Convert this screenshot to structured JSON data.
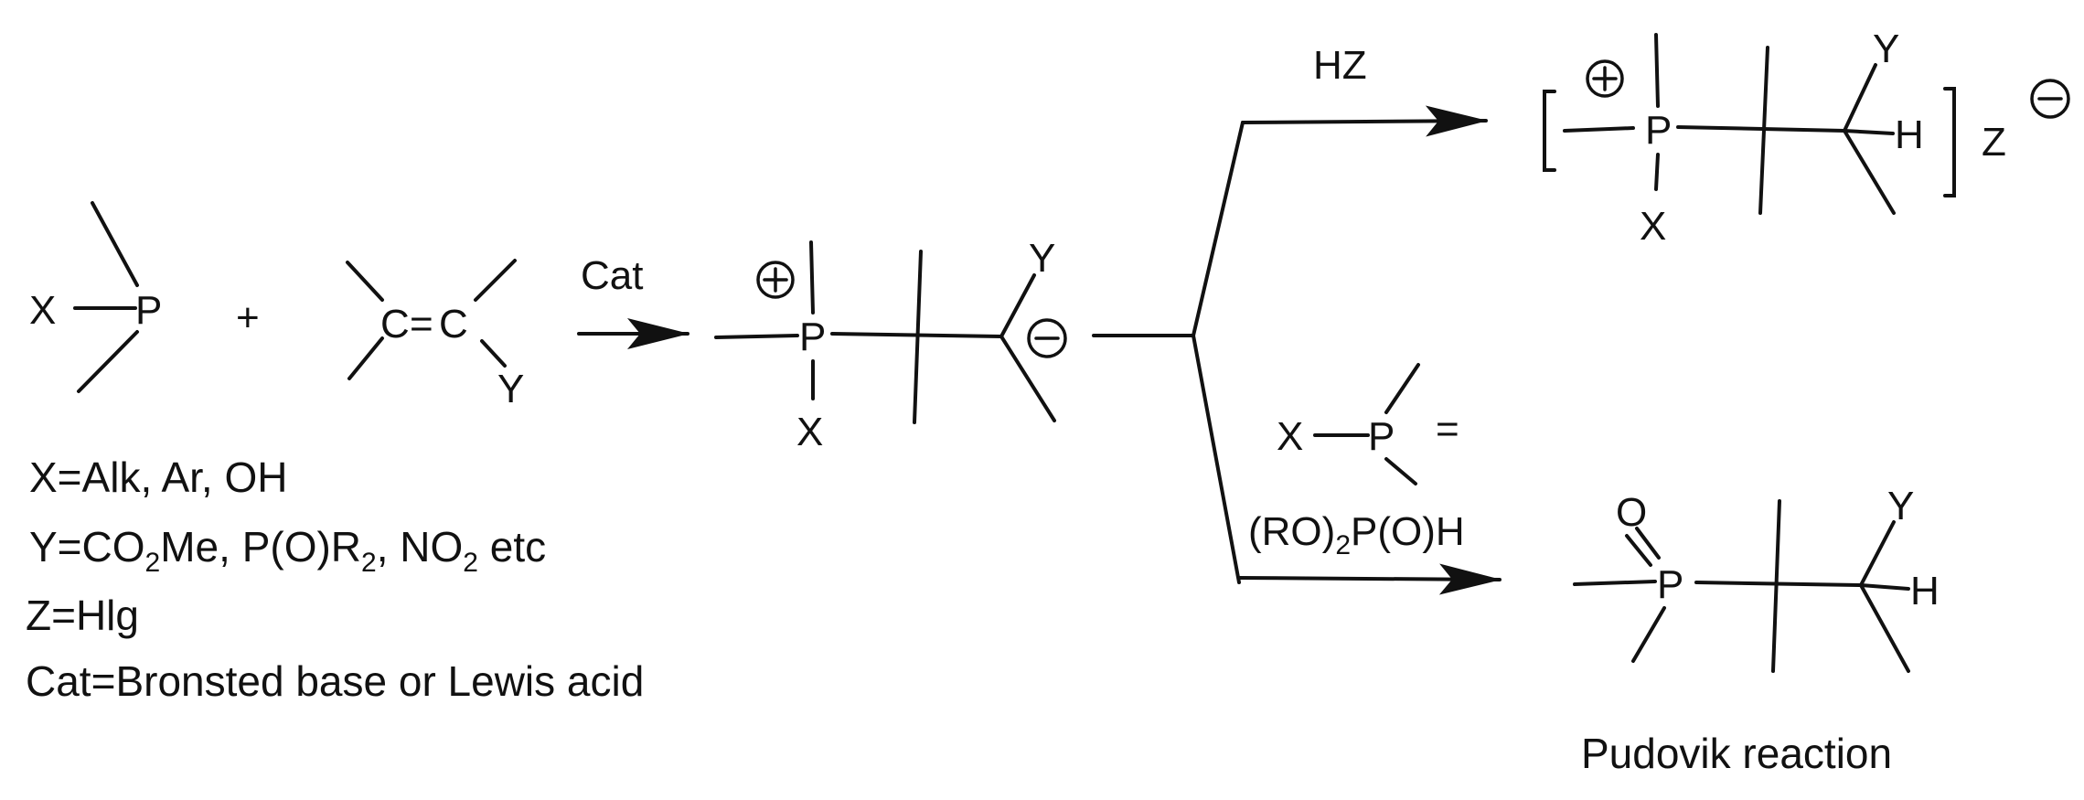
{
  "atoms": {
    "x": "X",
    "p": "P",
    "y": "Y",
    "h": "H",
    "o": "O",
    "z": "Z",
    "c": "C",
    "eq": "="
  },
  "plus": "+",
  "reagents": {
    "catalyst": "Cat",
    "acid": "HZ",
    "phosphite": "(RO)2P(O)H",
    "phosphite_parts": {
      "a": "(RO)",
      "b": "2",
      "c": "P(O)H"
    }
  },
  "definitions": {
    "x": "X=Alk, Ar, OH",
    "y_parts": {
      "a": "Y=CO",
      "b": "2",
      "c": "Me, P(O)R",
      "d": "2",
      "e": ", NO",
      "f": "2",
      "g": " etc"
    },
    "z": "Z=Hlg",
    "cat": "Cat=Bronsted base or Lewis acid"
  },
  "product_caption": "Pudovik reaction",
  "colors": {
    "ink": "#111111",
    "background": "#ffffff"
  }
}
